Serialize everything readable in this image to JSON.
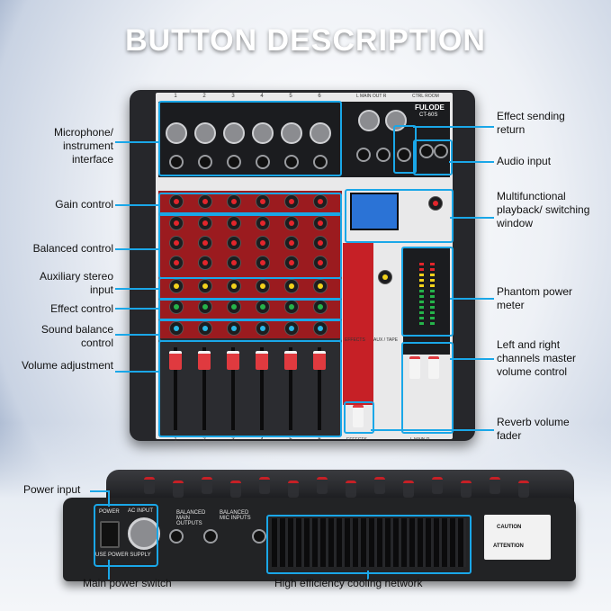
{
  "headline": "BUTTON DESCRIPTION",
  "callouts_left": {
    "mic_interface": "Microphone/ instrument interface",
    "gain": "Gain control",
    "balanced": "Balanced control",
    "aux": "Auxiliary stereo input",
    "effect": "Effect control",
    "sound_balance": "Sound balance control",
    "volume": "Volume adjustment"
  },
  "callouts_right": {
    "effect_return": "Effect sending return",
    "audio_input": "Audio input",
    "playback": "Multifunctional playback/ switching window",
    "phantom": "Phantom power meter",
    "master": "Left and right channels master volume control",
    "reverb": "Reverb volume fader"
  },
  "callouts_rear": {
    "power_input": "Power input",
    "power_switch": "Main power switch",
    "cooling": "High efficiency cooling network"
  },
  "panel": {
    "brand": "FULODE",
    "model": "CT-60S",
    "main_out": "L   MAIN OUT   R",
    "ctrl_room": "CTRL ROOM",
    "channels": [
      "1",
      "2",
      "3",
      "4",
      "5",
      "6"
    ],
    "effects": "EFFECTS",
    "aux_tape": "AUX / TAPE",
    "main": "L   MAIN   R"
  },
  "rear_panel": {
    "power": "POWER",
    "ac_input": "AC INPUT",
    "use_power_supply": "USE POWER SUPPLY",
    "balanced_main_outputs": "BALANCED MAIN OUTPUTS",
    "balanced_mic_inputs": "BALANCED MIC INPUTS",
    "caution": "CAUTION",
    "attention": "ATTENTION"
  },
  "colors": {
    "accent": "#1aa7e8",
    "panel_red": "#9b1b1f",
    "headline": "#ffffff"
  }
}
